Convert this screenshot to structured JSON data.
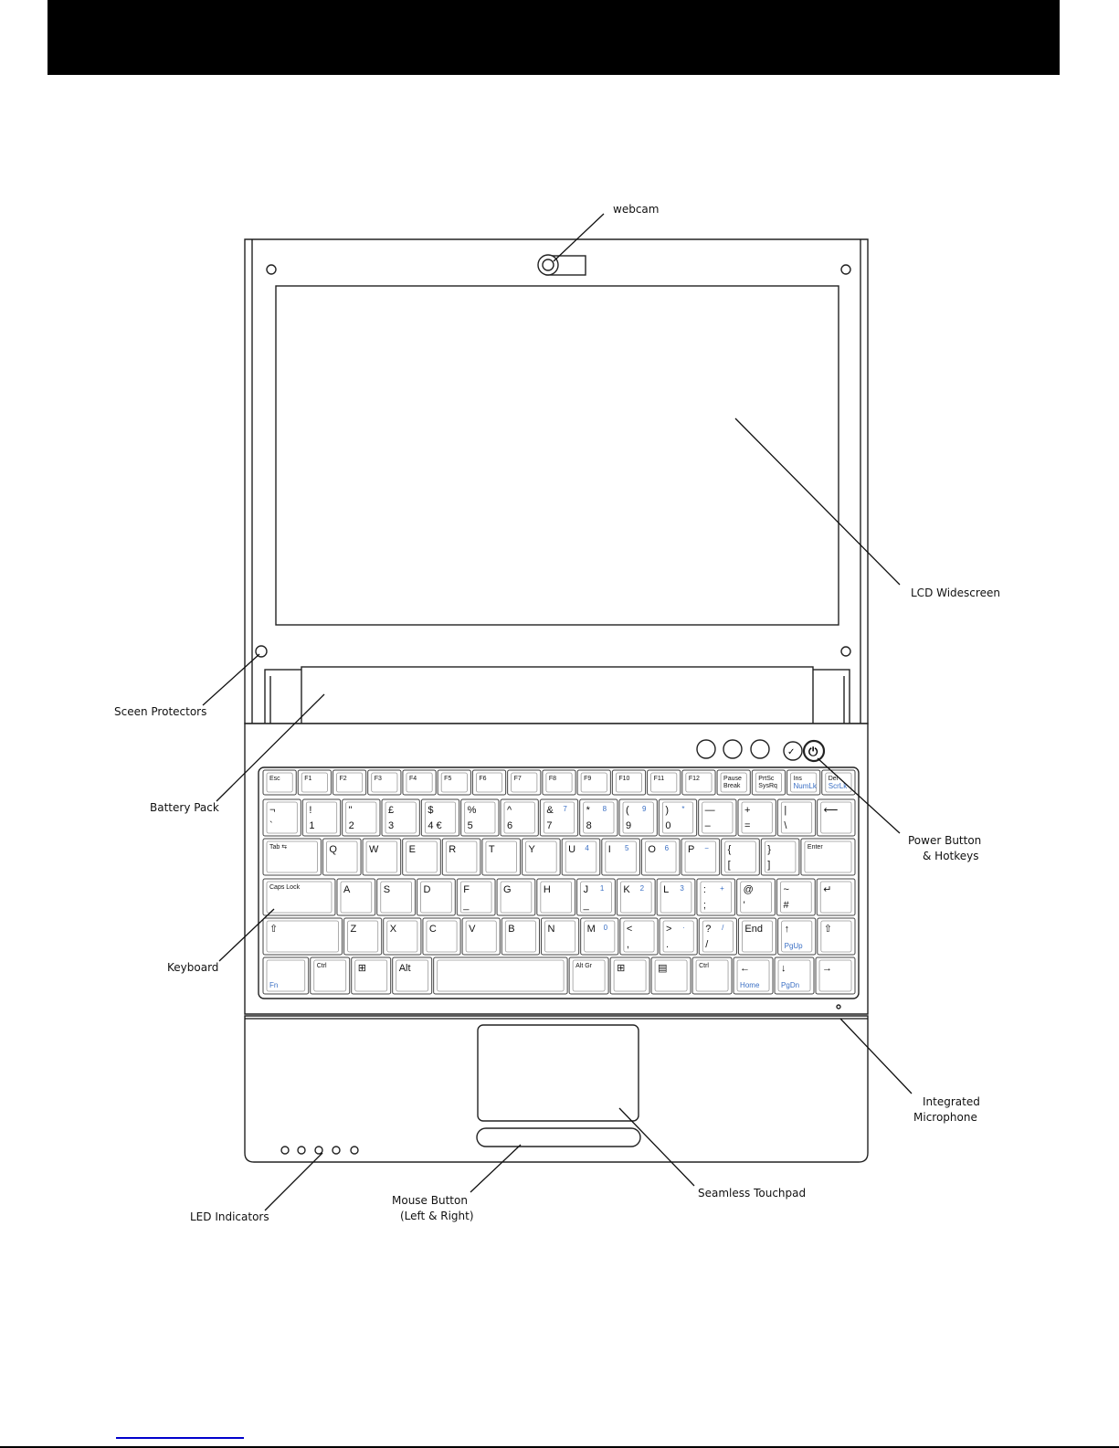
{
  "callouts": {
    "webcam": "webcam",
    "lcd": "LCD Widescreen",
    "screen_protectors": "Sceen Protectors",
    "battery": "Battery Pack",
    "power_1": "Power Button",
    "power_2": "& Hotkeys",
    "keyboard": "Keyboard",
    "mic_1": "Integrated",
    "mic_2": "Microphone",
    "led": "LED Indicators",
    "mouse_1": "Mouse Button",
    "mouse_2": "(Left & Right)",
    "touchpad": "Seamless Touchpad"
  },
  "colors": {
    "header": "#000000",
    "key_secondary": "#3a6fc4",
    "link": "#0000cc"
  },
  "keyboard": {
    "rows": [
      [
        {
          "t": "Esc"
        },
        {
          "t": "F1"
        },
        {
          "t": "F2"
        },
        {
          "t": "F3"
        },
        {
          "t": "F4"
        },
        {
          "t": "F5"
        },
        {
          "t": "F6"
        },
        {
          "t": "F7"
        },
        {
          "t": "F8"
        },
        {
          "t": "F9"
        },
        {
          "t": "F10"
        },
        {
          "t": "F11"
        },
        {
          "t": "F12"
        },
        {
          "t": "Pause",
          "b2": "Break"
        },
        {
          "t": "PrtSc",
          "b2": "SysRq"
        },
        {
          "t": "Ins",
          "s2": "NumLk"
        },
        {
          "t": "Del",
          "s2": "ScrLk"
        }
      ],
      [
        {
          "t": "¬",
          "b": "`"
        },
        {
          "t": "!",
          "b": "1"
        },
        {
          "t": "\"",
          "b": "2"
        },
        {
          "t": "£",
          "b": "3"
        },
        {
          "t": "$",
          "b": "4 €"
        },
        {
          "t": "%",
          "b": "5"
        },
        {
          "t": "^",
          "b": "6"
        },
        {
          "t": "&",
          "b": "7",
          "s": "7"
        },
        {
          "t": "*",
          "b": "8",
          "s": "8"
        },
        {
          "t": "(",
          "b": "9",
          "s": "9"
        },
        {
          "t": ")",
          "b": "0",
          "s": "*"
        },
        {
          "t": "—",
          "b": "–"
        },
        {
          "t": "+",
          "b": "="
        },
        {
          "t": "|",
          "b": "\\"
        },
        {
          "t": "⟵"
        }
      ],
      [
        {
          "t": "Tab ⇆"
        },
        {
          "t": "Q"
        },
        {
          "t": "W"
        },
        {
          "t": "E"
        },
        {
          "t": "R"
        },
        {
          "t": "T"
        },
        {
          "t": "Y"
        },
        {
          "t": "U",
          "s": "4"
        },
        {
          "t": "I",
          "s": "5"
        },
        {
          "t": "O",
          "s": "6"
        },
        {
          "t": "P",
          "s": "−"
        },
        {
          "t": "{",
          "b": "["
        },
        {
          "t": "}",
          "b": "]"
        },
        {
          "t": "Enter"
        }
      ],
      [
        {
          "t": "Caps Lock"
        },
        {
          "t": "A"
        },
        {
          "t": "S"
        },
        {
          "t": "D"
        },
        {
          "t": "F",
          "b": "_"
        },
        {
          "t": "G"
        },
        {
          "t": "H"
        },
        {
          "t": "J",
          "b": "_",
          "s": "1"
        },
        {
          "t": "K",
          "s": "2"
        },
        {
          "t": "L",
          "s": "3"
        },
        {
          "t": ":",
          "b": ";",
          "s": "+"
        },
        {
          "t": "@",
          "b": "'"
        },
        {
          "t": "~",
          "b": "#"
        },
        {
          "t": "↵"
        }
      ],
      [
        {
          "t": "⇧"
        },
        {
          "t": "Z"
        },
        {
          "t": "X"
        },
        {
          "t": "C"
        },
        {
          "t": "V"
        },
        {
          "t": "B"
        },
        {
          "t": "N"
        },
        {
          "t": "M",
          "s": "0"
        },
        {
          "t": "<",
          "b": ","
        },
        {
          "t": ">",
          "b": ".",
          "s": "·"
        },
        {
          "t": "?",
          "b": "/",
          "s": "/"
        },
        {
          "t": "End"
        },
        {
          "t": "↑",
          "s2": "PgUp"
        },
        {
          "t": "⇧"
        }
      ],
      [
        {
          "t": "",
          "s2": "Fn"
        },
        {
          "t": "Ctrl"
        },
        {
          "t": "⊞"
        },
        {
          "t": "Alt"
        },
        {
          "t": ""
        },
        {
          "t": "Alt Gr"
        },
        {
          "t": "⊞"
        },
        {
          "t": "▤"
        },
        {
          "t": "Ctrl"
        },
        {
          "t": "←",
          "s2": "Home"
        },
        {
          "t": "↓",
          "s2": "PgDn"
        },
        {
          "t": "→"
        }
      ]
    ]
  }
}
